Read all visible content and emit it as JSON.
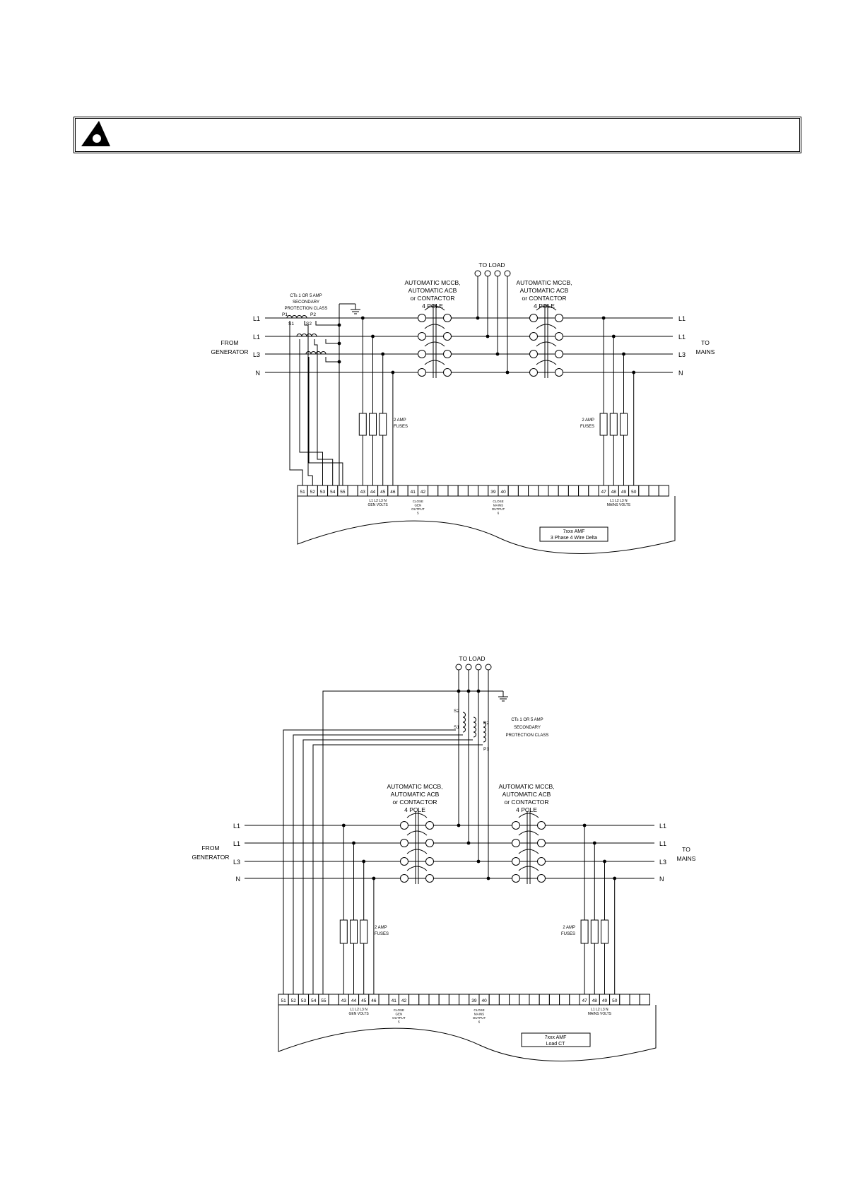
{
  "banner": {
    "icon": "warning-triangle-icon"
  },
  "diagrams": [
    {
      "to_load": "TO LOAD",
      "breaker_label": [
        "AUTOMATIC MCCB,",
        "AUTOMATIC ACB",
        "or CONTACTOR",
        "4 POLE"
      ],
      "ct_label": [
        "CTs 1 OR 5 AMP",
        "SECONDARY",
        "PROTECTION CLASS"
      ],
      "ct_terms": {
        "p1": "P1",
        "p2": "P2",
        "s1": "S1",
        "s2": "S2"
      },
      "lines_left": [
        "L1",
        "L1",
        "L3",
        "N"
      ],
      "lines_right": [
        "L1",
        "L1",
        "L3",
        "N"
      ],
      "from_label": [
        "FROM",
        "GENERATOR"
      ],
      "to_label": [
        "TO",
        "MAINS"
      ],
      "fuse_label": [
        "2 AMP",
        "FUSES"
      ],
      "terminals": [
        "51",
        "52",
        "53",
        "54",
        "55",
        "",
        "43",
        "44",
        "45",
        "46",
        "",
        "41",
        "42",
        "",
        "",
        "",
        "",
        "",
        "",
        "39",
        "40",
        "",
        "",
        "",
        "",
        "",
        "",
        "",
        "",
        "",
        "47",
        "48",
        "49",
        "50",
        "",
        "",
        ""
      ],
      "gen_sub": "L1 L2 L3 N",
      "gen_volts": "GEN VOLTS",
      "mains_sub": "L1 L2 L3 N",
      "mains_volts": "MAINS VOLTS",
      "close_gen": [
        "CLOSE",
        "GEN",
        "OUTPUT",
        "5"
      ],
      "close_mains": [
        "CLOSE",
        "MAINS",
        "OUTPUT",
        "6"
      ],
      "title_box": [
        "7xxx AMF",
        "3 Phase 4 Wire Delta"
      ]
    },
    {
      "to_load": "TO LOAD",
      "breaker_label": [
        "AUTOMATIC MCCB,",
        "AUTOMATIC ACB",
        "or CONTACTOR",
        "4 POLE"
      ],
      "ct_label": [
        "CTs 1 OR 5 AMP",
        "SECONDARY",
        "PROTECTION CLASS"
      ],
      "ct_terms": {
        "p1": "P1",
        "p2": "P2",
        "s1": "S1",
        "s2": "S2"
      },
      "lines_left": [
        "L1",
        "L1",
        "L3",
        "N"
      ],
      "lines_right": [
        "L1",
        "L1",
        "L3",
        "N"
      ],
      "from_label": [
        "FROM",
        "GENERATOR"
      ],
      "to_label": [
        "TO",
        "MAINS"
      ],
      "fuse_label": [
        "2 AMP",
        "FUSES"
      ],
      "terminals": [
        "51",
        "52",
        "53",
        "54",
        "55",
        "",
        "43",
        "44",
        "45",
        "46",
        "",
        "41",
        "42",
        "",
        "",
        "",
        "",
        "",
        "",
        "39",
        "40",
        "",
        "",
        "",
        "",
        "",
        "",
        "",
        "",
        "",
        "47",
        "48",
        "49",
        "50",
        "",
        "",
        ""
      ],
      "gen_sub": "L1 L2 L3 N",
      "gen_volts": "GEN VOLTS",
      "mains_sub": "L1 L2 L3 N",
      "mains_volts": "MAINS VOLTS",
      "close_gen": [
        "CLOSE",
        "GEN",
        "OUTPUT",
        "5"
      ],
      "close_mains": [
        "CLOSE",
        "MAINS",
        "OUTPUT",
        "6"
      ],
      "title_box": [
        "7xxx AMF",
        "Load CT"
      ]
    }
  ]
}
